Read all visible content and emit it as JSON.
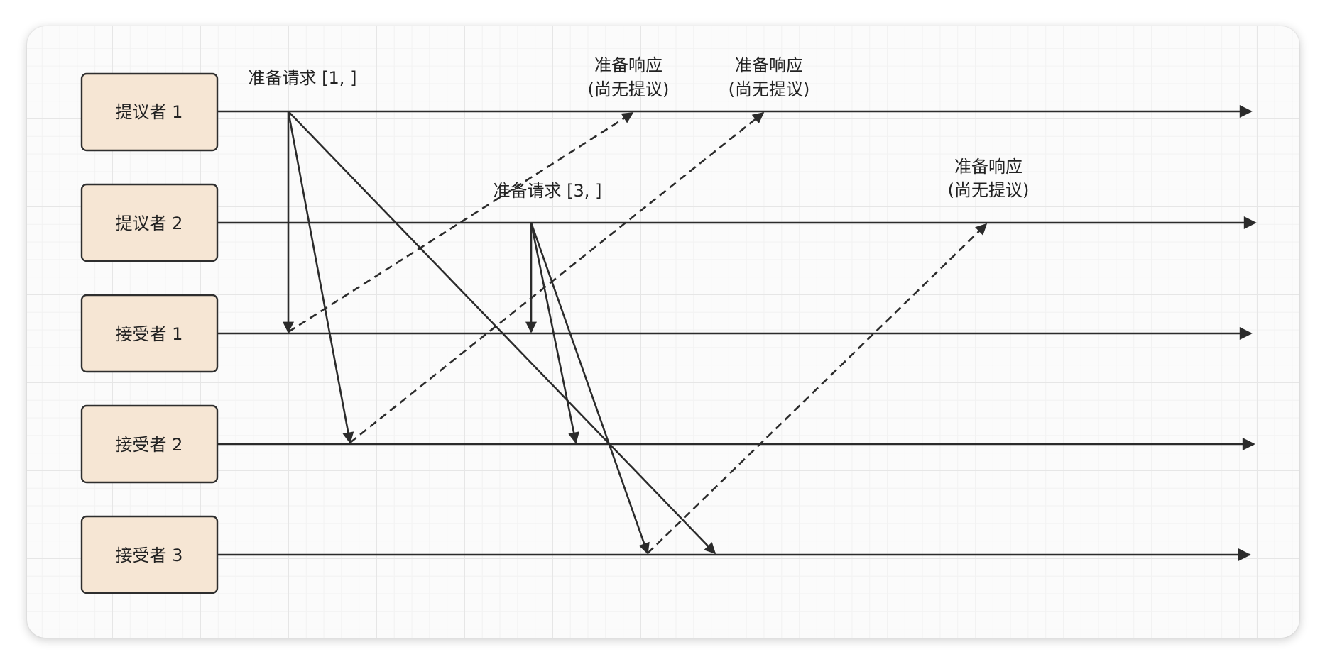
{
  "participants": [
    {
      "id": "proposer-1",
      "label": "提议者 1",
      "fill": "#f6e6d4"
    },
    {
      "id": "proposer-2",
      "label": "提议者 2",
      "fill": "#f6e6d4"
    },
    {
      "id": "acceptor-1",
      "label": "接受者 1",
      "fill": "#f6e6d4"
    },
    {
      "id": "acceptor-2",
      "label": "接受者 2",
      "fill": "#f6e6d4"
    },
    {
      "id": "acceptor-3",
      "label": "接受者 3",
      "fill": "#f6e6d4"
    }
  ],
  "messages": [
    {
      "from": "proposer-1",
      "to": "acceptor-1",
      "style": "solid"
    },
    {
      "from": "proposer-1",
      "to": "acceptor-2",
      "style": "solid"
    },
    {
      "from": "proposer-1",
      "to": "acceptor-3",
      "style": "solid"
    },
    {
      "from": "acceptor-1",
      "to": "proposer-1",
      "style": "dashed"
    },
    {
      "from": "acceptor-2",
      "to": "proposer-1",
      "style": "dashed"
    },
    {
      "from": "proposer-2",
      "to": "acceptor-1",
      "style": "solid"
    },
    {
      "from": "proposer-2",
      "to": "acceptor-2",
      "style": "solid"
    },
    {
      "from": "proposer-2",
      "to": "acceptor-3",
      "style": "solid"
    },
    {
      "from": "acceptor-3",
      "to": "proposer-2",
      "style": "dashed"
    }
  ],
  "labels": {
    "prepare_request_1": "准备请求 [1, ]",
    "prepare_request_3": "准备请求 [3, ]",
    "prepare_response_1": {
      "line1": "准备响应",
      "line2": "(尚无提议)"
    },
    "prepare_response_2": {
      "line1": "准备响应",
      "line2": "(尚无提议)"
    },
    "prepare_response_3": {
      "line1": "准备响应",
      "line2": "(尚无提议)"
    }
  },
  "colors": {
    "line": "#2b2b2b",
    "box_fill": "#f6e6d4",
    "box_stroke": "#2e2e2e",
    "grid": "#e6e6e6",
    "background": "#fbfbfb"
  }
}
